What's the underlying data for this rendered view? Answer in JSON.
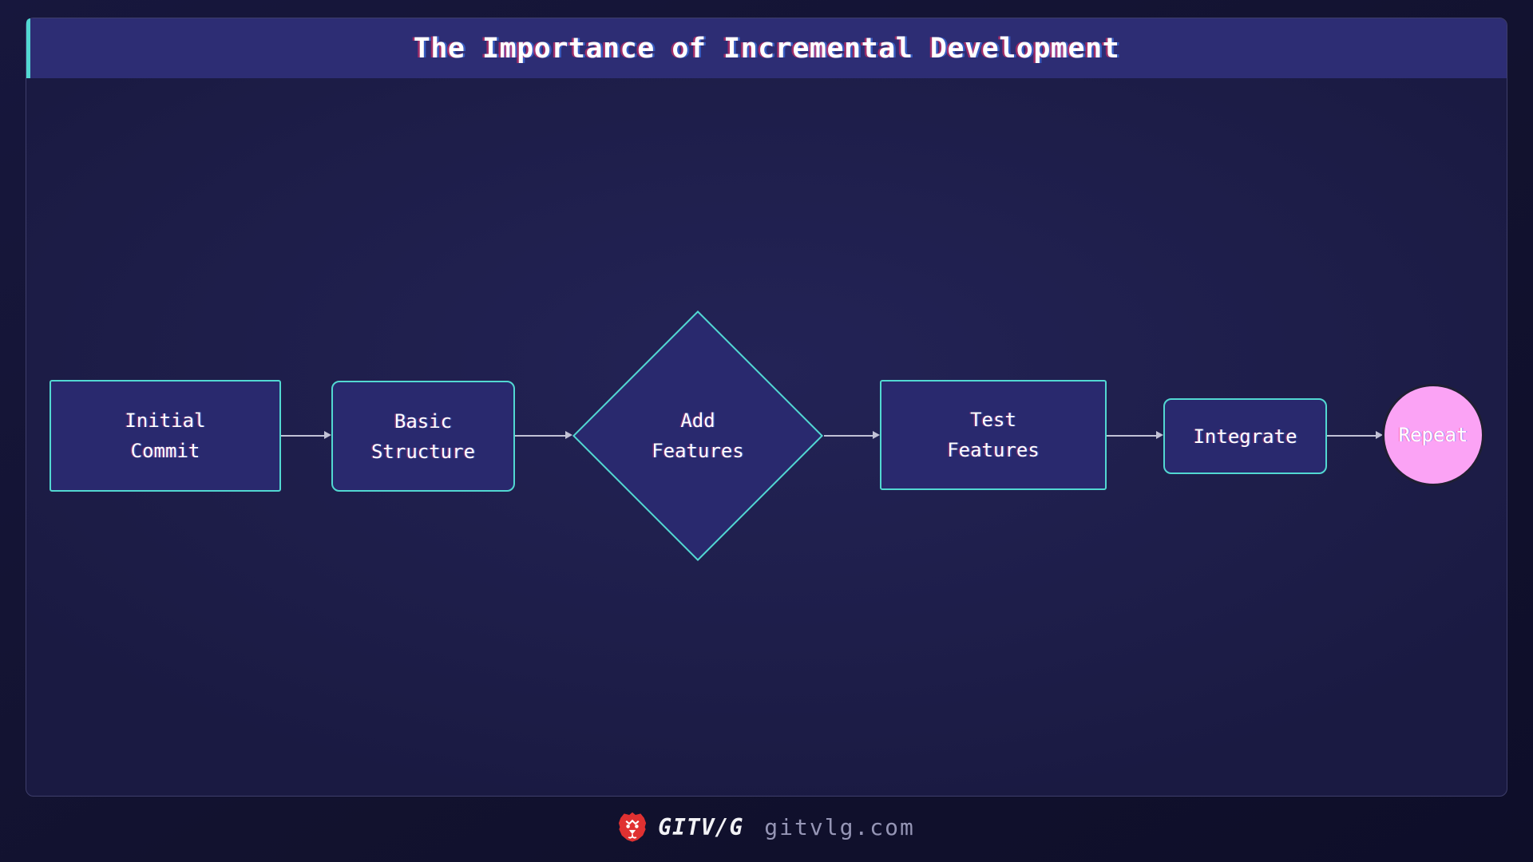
{
  "header": {
    "title": "The Importance of Incremental Development"
  },
  "flowchart": {
    "nodes": [
      {
        "id": "initial-commit",
        "shape": "rectangle",
        "lines": [
          "Initial",
          "Commit"
        ]
      },
      {
        "id": "basic-structure",
        "shape": "rounded-rectangle",
        "lines": [
          "Basic",
          "Structure"
        ]
      },
      {
        "id": "add-features",
        "shape": "diamond",
        "lines": [
          "Add",
          "Features"
        ]
      },
      {
        "id": "test-features",
        "shape": "rectangle",
        "lines": [
          "Test",
          "Features"
        ]
      },
      {
        "id": "integrate",
        "shape": "rounded-rectangle",
        "lines": [
          "Integrate"
        ]
      },
      {
        "id": "repeat",
        "shape": "circle",
        "lines": [
          "Repeat"
        ]
      }
    ],
    "connections": [
      "initial-commit → basic-structure",
      "basic-structure → add-features",
      "add-features → test-features",
      "test-features → integrate",
      "integrate → repeat"
    ]
  },
  "footer": {
    "brand": "GITV/G",
    "domain": "gitvlg.com",
    "logo_icon": "lion-icon"
  },
  "colors": {
    "accent_teal": "#52d8d2",
    "header_bg": "#2d2d74",
    "node_fill": "#29296e",
    "repeat_pink": "#fba3f5",
    "arrow": "#c2c2d6",
    "logo_red": "#e03131"
  }
}
